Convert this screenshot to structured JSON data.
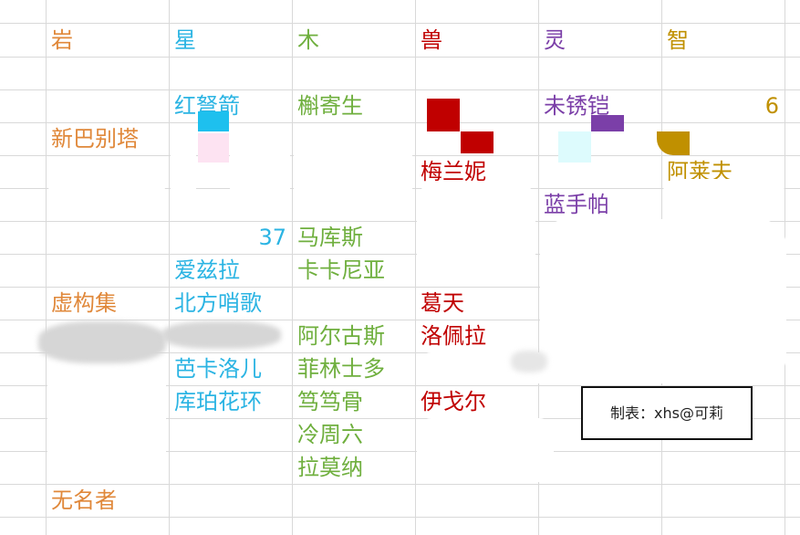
{
  "colors": {
    "yan": "#E0883A",
    "xing": "#2BB4E3",
    "mu": "#6FAF3E",
    "shou": "#C00000",
    "ling": "#7B3FA8",
    "zhi": "#C09000",
    "grid": "#D9D9D9"
  },
  "headers": [
    "岩",
    "星",
    "木",
    "兽",
    "灵",
    "智"
  ],
  "columns": {
    "yan": [
      "新巴别塔",
      "虚构集",
      "无名者"
    ],
    "xing": [
      "红弩箭",
      "37",
      "爱兹拉",
      "北方哨歌",
      "芭卡洛儿",
      "库珀花环"
    ],
    "mu": [
      "槲寄生",
      "马库斯",
      "卡卡尼亚",
      "阿尔古斯",
      "菲林士多",
      "笃笃骨",
      "冷周六",
      "拉莫纳"
    ],
    "shou": [
      "梅兰妮",
      "葛天",
      "洛佩拉",
      "伊戈尔"
    ],
    "ling": [
      "未锈铠",
      "蓝手帕"
    ],
    "zhi": [
      "6",
      "阿莱夫"
    ]
  },
  "credit": "制表：xhs@可莉"
}
